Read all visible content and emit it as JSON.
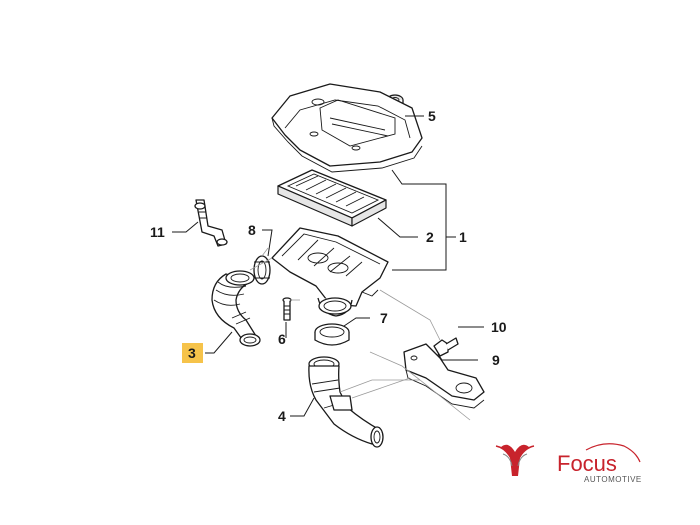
{
  "callouts": {
    "c1": "1",
    "c2": "2",
    "c3": "3",
    "c4": "4",
    "c5": "5",
    "c6": "6",
    "c7": "7",
    "c8": "8",
    "c9": "9",
    "c10": "10",
    "c11": "11"
  },
  "highlighted_callout": "3",
  "colors": {
    "highlight_box": "#f6c34a",
    "line": "#1a1a1a",
    "brand_red": "#c8232c",
    "brand_grey": "#555555"
  },
  "logo": {
    "name": "Focus",
    "tagline": "AUTOMOTIVE",
    "icon": "focus-automotive-logo-icon"
  }
}
